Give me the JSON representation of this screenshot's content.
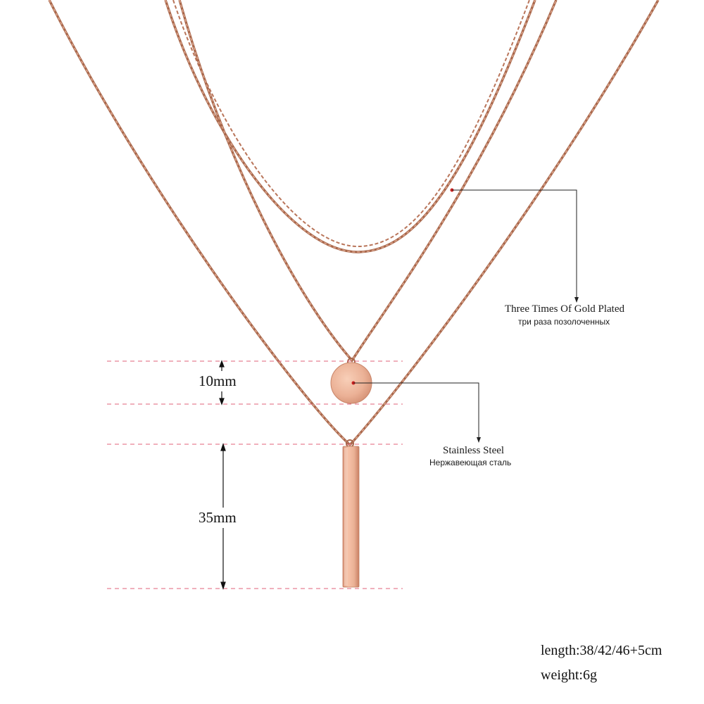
{
  "callouts": {
    "plating": {
      "label_en": "Three Times Of Gold Plated",
      "label_ru": "три раза позолоченных"
    },
    "material": {
      "label_en": "Stainless Steel",
      "label_ru": "Нержавеющая сталь"
    }
  },
  "dimensions": {
    "disc_size": "10mm",
    "bar_size": "35mm"
  },
  "specs": {
    "length": "length:38/42/46+5cm",
    "weight": "weight:6g"
  },
  "colors": {
    "chain": "#c98a6a",
    "chain_dark": "#a8674b",
    "pendant": "#eab095",
    "guide_line": "#e0607a",
    "callout_line": "#222222",
    "callout_dot": "#cc2020"
  }
}
